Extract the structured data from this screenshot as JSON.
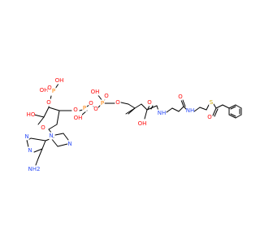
{
  "molecule": {
    "atom_labels": [
      {
        "id": "p1-oh-a",
        "text": "OH",
        "element": "O"
      },
      {
        "id": "p1-o-top",
        "text": "O",
        "element": "O"
      },
      {
        "id": "p1-oh-b",
        "text": "OH",
        "element": "O"
      },
      {
        "id": "p1-p",
        "text": "P",
        "element": "P"
      },
      {
        "id": "ribose-o3",
        "text": "O",
        "element": "O"
      },
      {
        "id": "ribose-ho",
        "text": "HO",
        "element": "O"
      },
      {
        "id": "ribose-o4",
        "text": "O",
        "element": "O"
      },
      {
        "id": "ribose-o5",
        "text": "O",
        "element": "O"
      },
      {
        "id": "pp-p1",
        "text": "P",
        "element": "P"
      },
      {
        "id": "pp-o1",
        "text": "O",
        "element": "O"
      },
      {
        "id": "pp-o-bridge",
        "text": "O",
        "element": "O"
      },
      {
        "id": "pp-oh1",
        "text": "OH",
        "element": "O"
      },
      {
        "id": "pp-p2",
        "text": "P",
        "element": "P"
      },
      {
        "id": "pp-oh2",
        "text": "OH",
        "element": "O"
      },
      {
        "id": "pp-o2",
        "text": "O",
        "element": "O"
      },
      {
        "id": "pp-o-ester",
        "text": "O",
        "element": "O"
      },
      {
        "id": "pant-oh",
        "text": "OH",
        "element": "O"
      },
      {
        "id": "pant-co",
        "text": "O",
        "element": "O"
      },
      {
        "id": "pant-nh",
        "text": "NH",
        "element": "N"
      },
      {
        "id": "ala-co",
        "text": "O",
        "element": "O"
      },
      {
        "id": "cys-nh",
        "text": "NH",
        "element": "N"
      },
      {
        "id": "thio-s",
        "text": "S",
        "element": "S"
      },
      {
        "id": "acyl-o",
        "text": "O",
        "element": "O"
      },
      {
        "id": "ad-n9",
        "text": "N",
        "element": "N"
      },
      {
        "id": "ad-n7",
        "text": "N",
        "element": "N"
      },
      {
        "id": "ad-n3",
        "text": "N",
        "element": "N"
      },
      {
        "id": "ad-n1",
        "text": "N",
        "element": "N"
      },
      {
        "id": "ad-nh2",
        "text": "NH2",
        "element": "N"
      }
    ],
    "colors": {
      "O": "#ff0d0d",
      "P": "#ff8000",
      "N": "#3050f8",
      "S": "#c8a600",
      "bond": "#000000"
    }
  }
}
